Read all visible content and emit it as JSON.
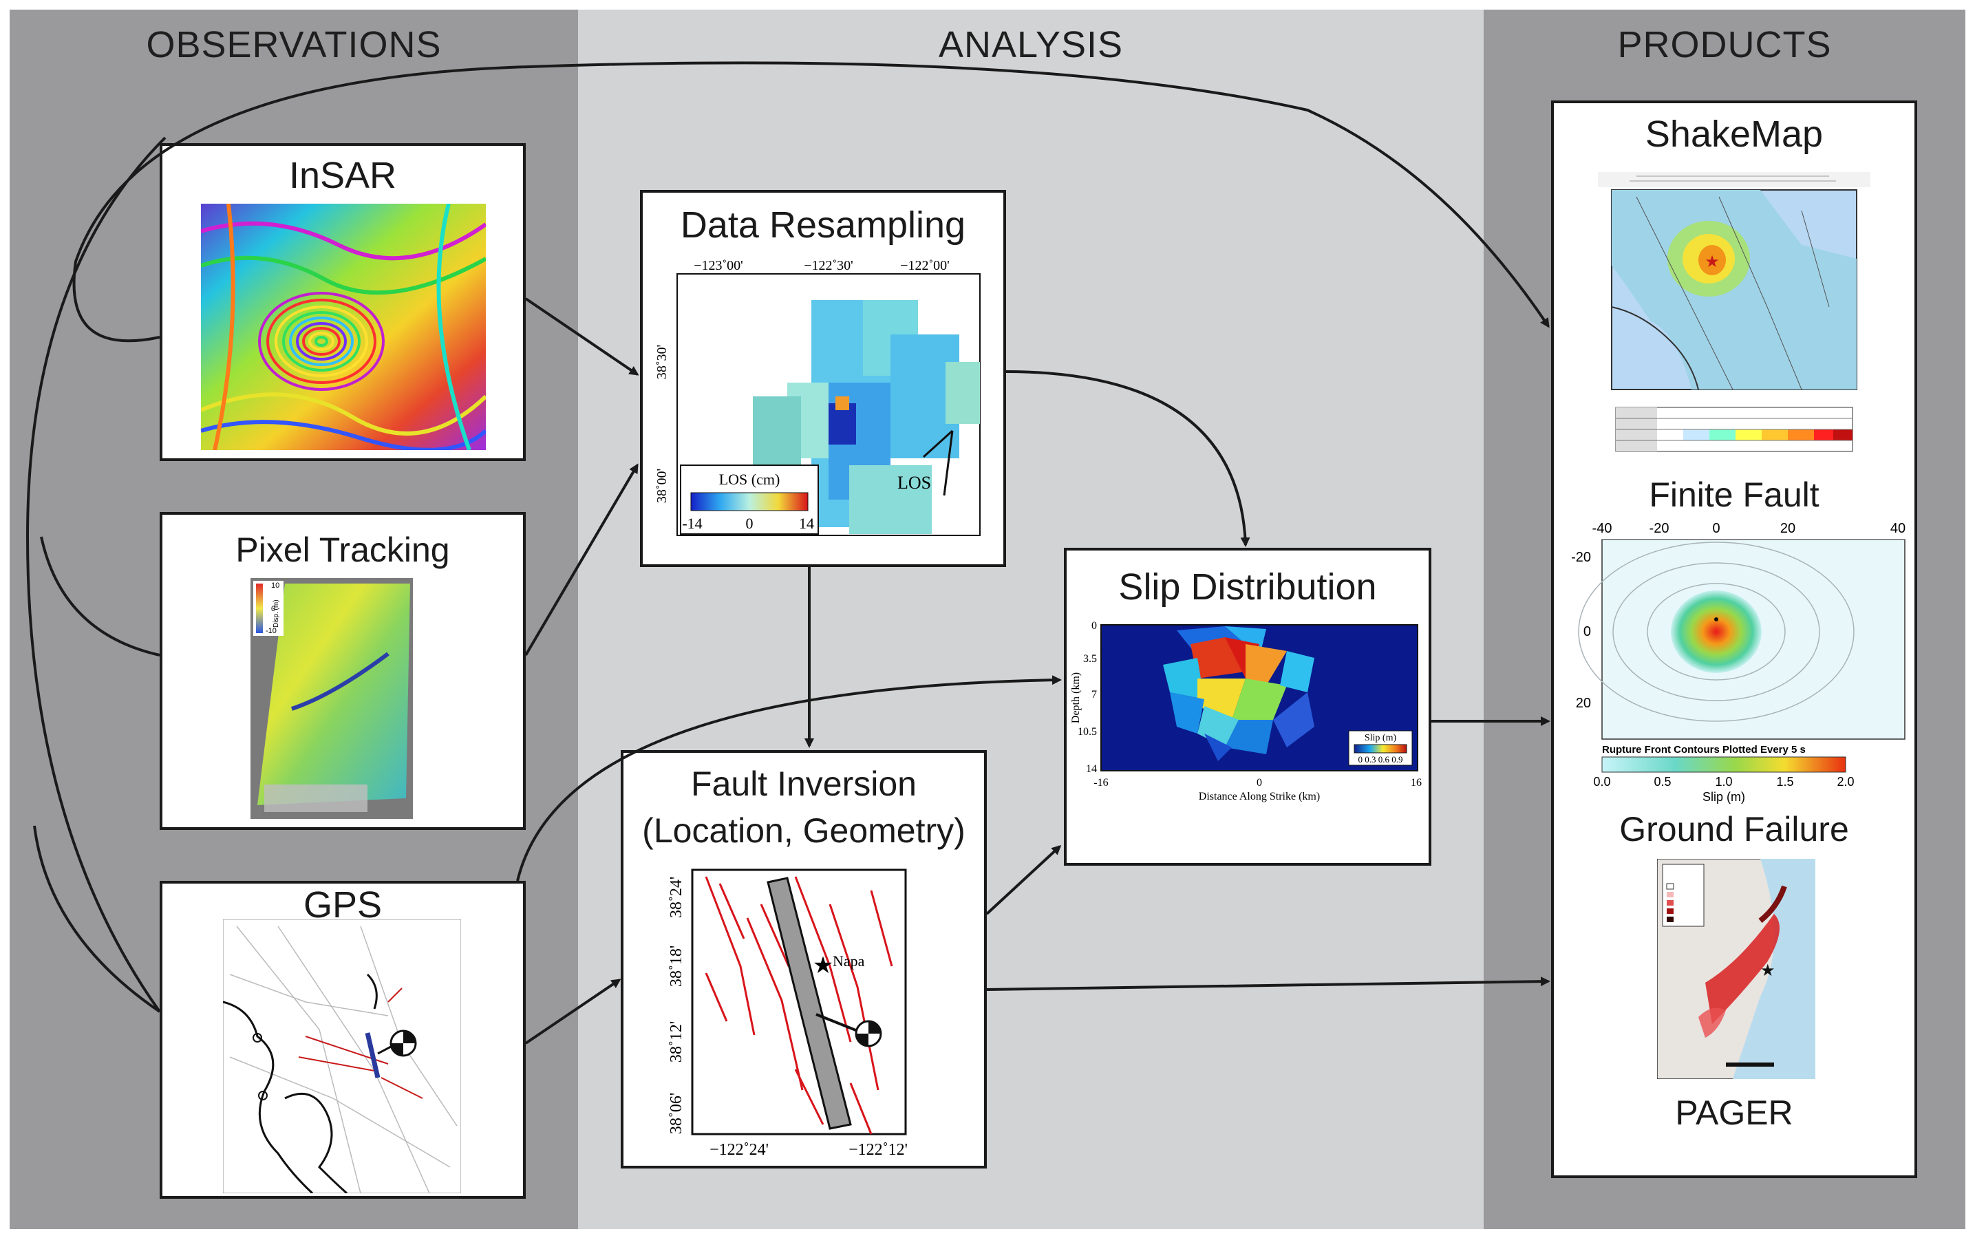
{
  "columns": {
    "observations": "OBSERVATIONS",
    "analysis": "ANALYSIS",
    "products": "PRODUCTS"
  },
  "observations": {
    "insar": {
      "title": "InSAR"
    },
    "pixel_tracking": {
      "title": "Pixel Tracking",
      "colorbar_label": "Disp. (m)",
      "colorbar_max": "10",
      "colorbar_mid": "0",
      "colorbar_min": "-10"
    },
    "gps": {
      "title": "GPS"
    }
  },
  "analysis": {
    "data_resampling": {
      "title": "Data Resampling",
      "x_ticks": [
        "−123˚00'",
        "−122˚30'",
        "−122˚00'"
      ],
      "y_ticks": [
        "38˚30'",
        "38˚00'"
      ],
      "colorbar_title": "LOS (cm)",
      "colorbar_min": "-14",
      "colorbar_mid": "0",
      "colorbar_max": "14",
      "los_label": "LOS"
    },
    "fault_inversion": {
      "title_line1": "Fault Inversion",
      "title_line2": "(Location, Geometry)",
      "y_ticks": [
        "38˚24'",
        "38˚18'",
        "38˚12'",
        "38˚06'"
      ],
      "x_ticks": [
        "−122˚24'",
        "−122˚12'"
      ],
      "place_label": "Napa"
    },
    "slip_distribution": {
      "title": "Slip Distribution",
      "y_axis_label": "Depth (km)",
      "x_axis_label": "Distance Along Strike (km)",
      "y_ticks": [
        "0",
        "3.5",
        "7",
        "10.5",
        "14"
      ],
      "x_ticks": [
        "-16",
        "0",
        "16"
      ],
      "legend_title": "Slip (m)",
      "legend_ticks": "0  0.3 0.6 0.9"
    }
  },
  "products": {
    "shakemap": {
      "title": "ShakeMap"
    },
    "finite_fault": {
      "title": "Finite Fault",
      "x_ticks": [
        "-40",
        "-20",
        "0",
        "20",
        "40"
      ],
      "y_ticks": [
        "-20",
        "0",
        "20"
      ],
      "contour_caption": "Rupture Front Contours Plotted Every 5 s",
      "colorbar_ticks": [
        "0.0",
        "0.5",
        "1.0",
        "1.5",
        "2.0"
      ],
      "colorbar_label": "Slip (m)"
    },
    "ground_failure": {
      "title": "Ground Failure"
    },
    "pager": {
      "title": "PAGER"
    }
  },
  "colors": {
    "column_dark": "#9a9a9c",
    "column_light": "#d2d3d5",
    "panel_border": "#1a1a1a",
    "arrow": "#1a1a1a",
    "fault_red": "#d8141b"
  }
}
